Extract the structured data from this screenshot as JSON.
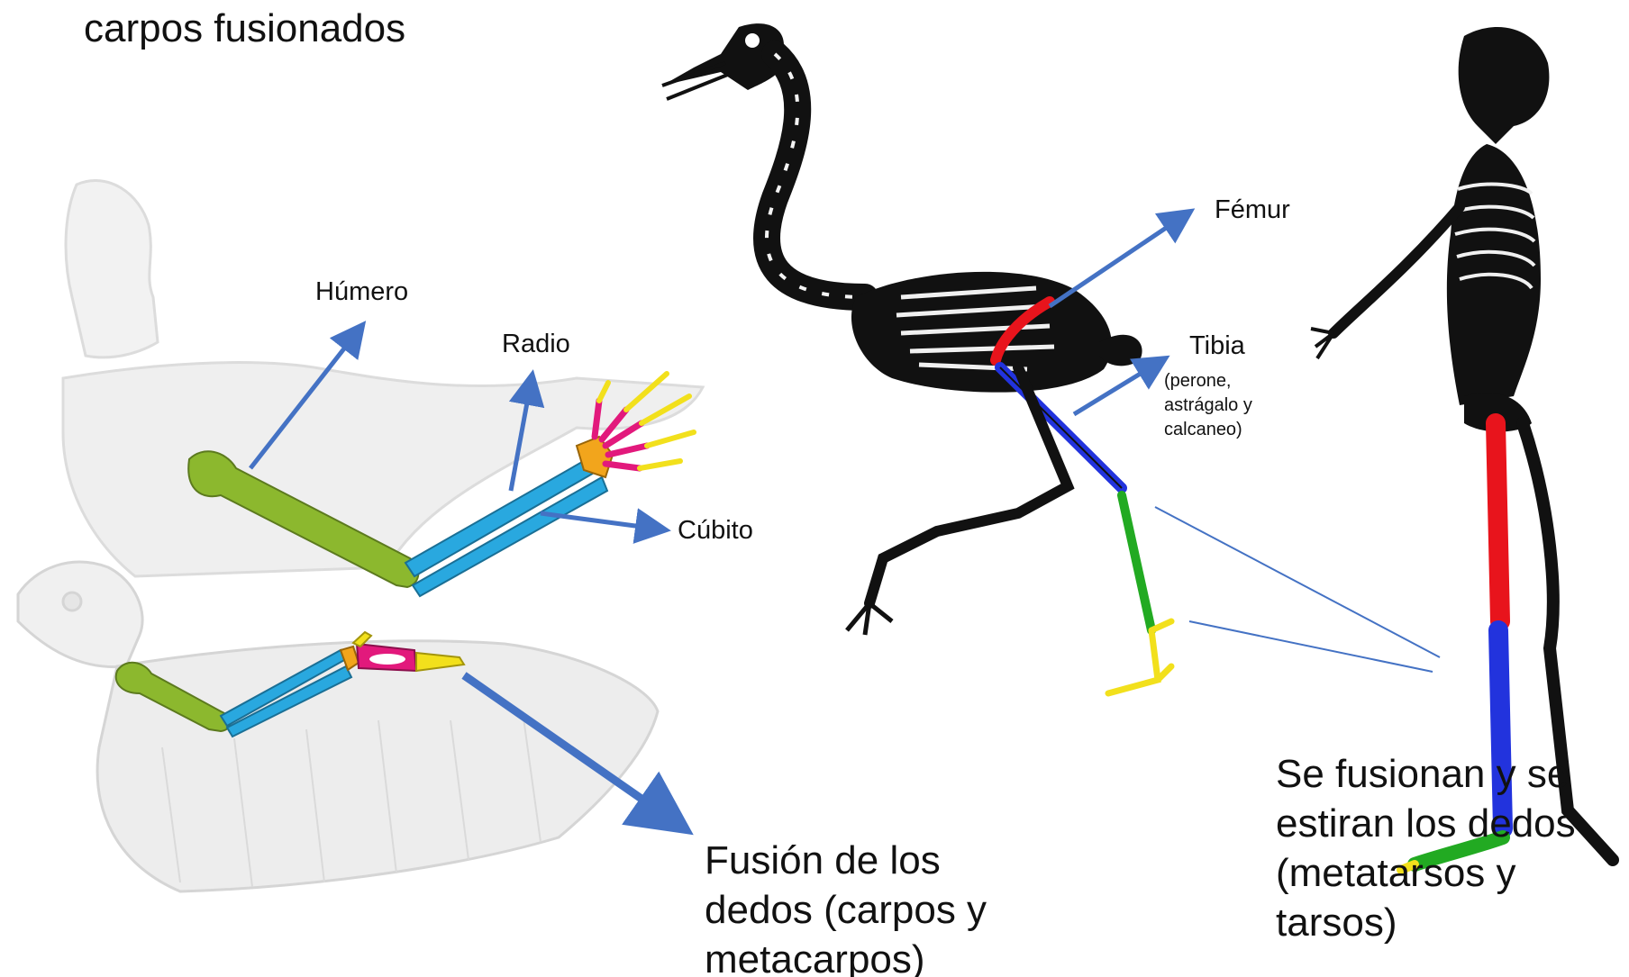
{
  "top_caption": "carpos fusionados",
  "labels": {
    "humero": "Húmero",
    "radio": "Radio",
    "cubito": "Cúbito",
    "femur": "Fémur",
    "tibia": "Tibia",
    "tibia_note_1": "(perone,",
    "tibia_note_2": "astrágalo y",
    "tibia_note_3": "calcaneo)"
  },
  "captions": {
    "fusion_1": "Fusión de los",
    "fusion_2": "dedos (carpos y",
    "fusion_3": "metacarpos)",
    "stretch_1": "Se fusionan y se",
    "stretch_2": "estiran los dedos",
    "stretch_3": "(metatarsos y",
    "stretch_4": "tarsos)"
  },
  "colors": {
    "arrow": "#4472c4",
    "humerus_femur_green": "#8cb82e",
    "radius_ulna_blue": "#29a8df",
    "carpal_orange": "#f2a51c",
    "metacarpal_magenta": "#e2197c",
    "phalanx_yellow": "#f2e01c",
    "femur_red": "#e8141c",
    "tibia_blue": "#2233dd",
    "metatarsal_green": "#22aa22",
    "silhouette_gray": "#d8d8d8",
    "skeleton_black": "#111111"
  }
}
